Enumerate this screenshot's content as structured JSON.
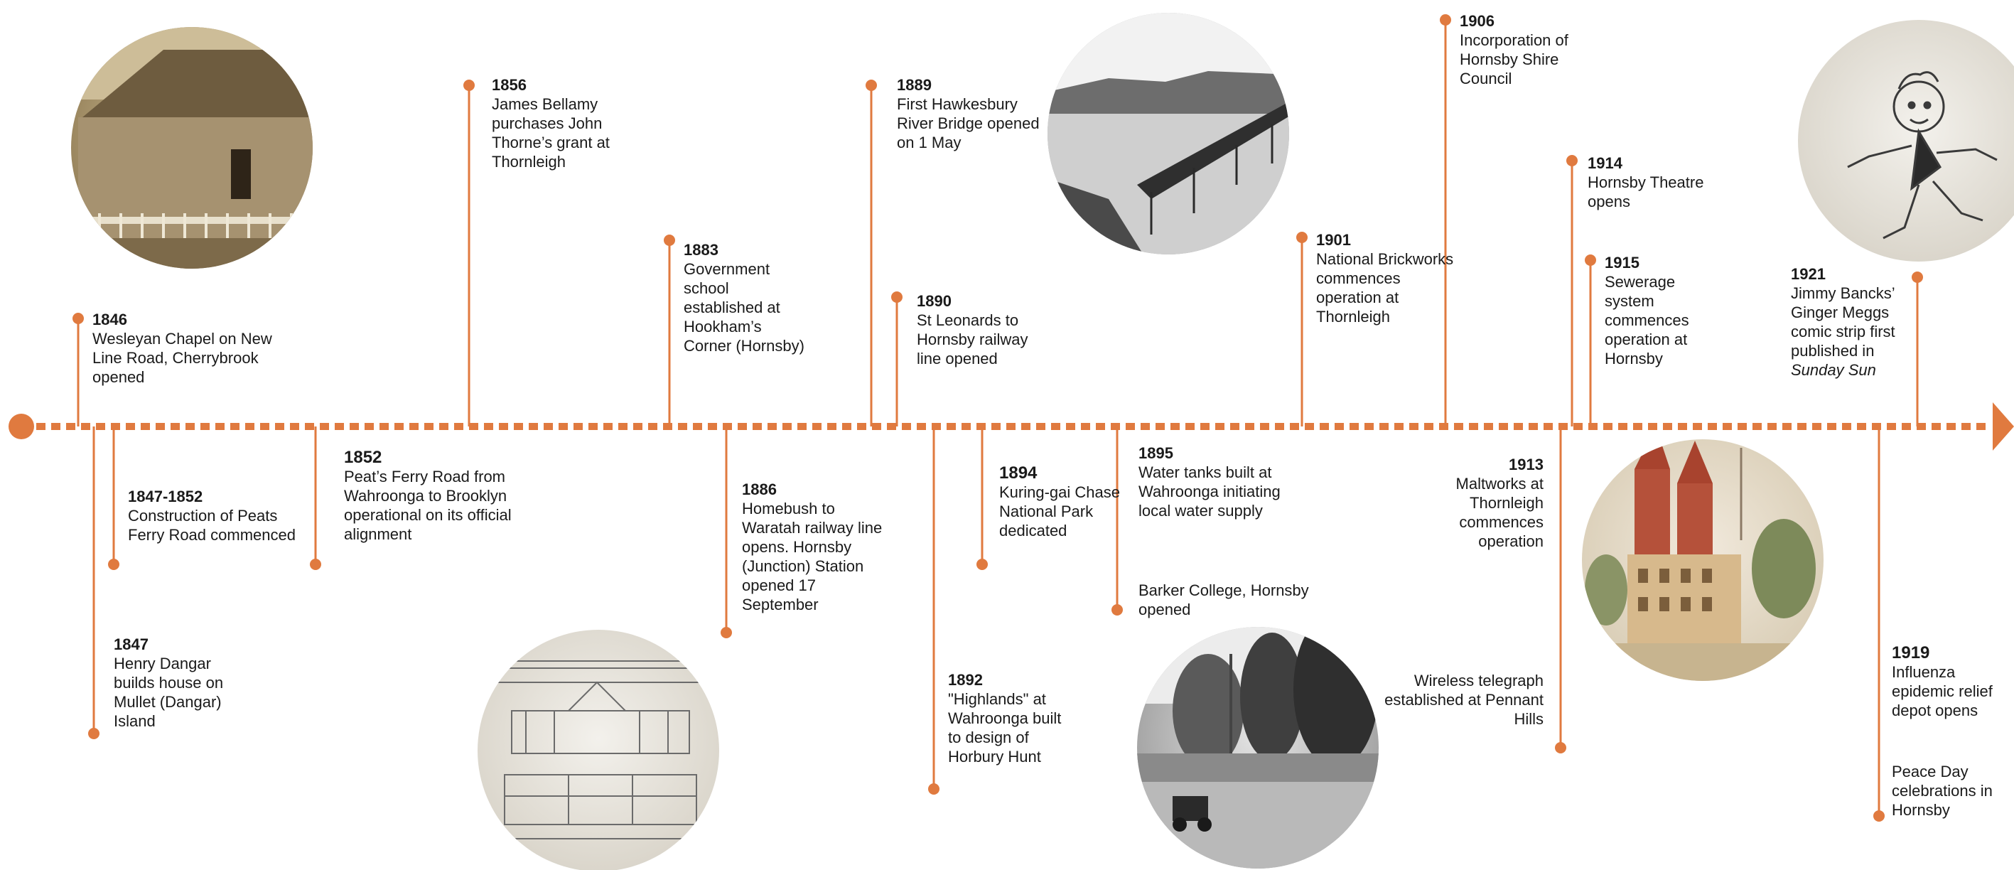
{
  "colors": {
    "accent": "#E07A3F",
    "text": "#1a1a1a",
    "sepia": "#b8a27a",
    "gray": "#b5b5b5"
  },
  "events": [
    {
      "id": "e1846",
      "year": "1846",
      "text": "Wesleyan Chapel on New Line Road, Cherrybrook opened"
    },
    {
      "id": "e1847_1852",
      "year": "1847-1852",
      "text": "Construction of Peats Ferry Road commenced"
    },
    {
      "id": "e1847",
      "year": "1847",
      "text": "Henry Dangar builds house on Mullet (Dangar) Island"
    },
    {
      "id": "e1852",
      "year": "1852",
      "text": "Peat’s Ferry Road from Wahroonga to Brooklyn operational on its official alignment"
    },
    {
      "id": "e1856",
      "year": "1856",
      "text": "James Bellamy purchases John Thorne’s grant at Thornleigh"
    },
    {
      "id": "e1883",
      "year": "1883",
      "text": "Government school established at Hookham’s Corner (Hornsby)"
    },
    {
      "id": "e1886",
      "year": "1886",
      "text": "Homebush to Waratah railway line opens. Hornsby (Junction) Station opened 17 September"
    },
    {
      "id": "e1889",
      "year": "1889",
      "text": "First Hawkesbury River Bridge opened on 1 May"
    },
    {
      "id": "e1890",
      "year": "1890",
      "text": "St Leonards to Hornsby railway line opened"
    },
    {
      "id": "e1892",
      "year": "1892",
      "text": "\"Highlands\" at Wahroonga built to design of Horbury Hunt"
    },
    {
      "id": "e1894",
      "year": "1894",
      "text": "Kuring-gai Chase National Park dedicated"
    },
    {
      "id": "e1895",
      "year": "1895",
      "text": "Water tanks built at Wahroonga initiating local water supply"
    },
    {
      "id": "e1895b",
      "year": "",
      "text": "Barker College, Hornsby opened"
    },
    {
      "id": "e1901",
      "year": "1901",
      "text": "National Brickworks commences operation at Thornleigh"
    },
    {
      "id": "e1906",
      "year": "1906",
      "text": "Incorporation of Hornsby Shire Council"
    },
    {
      "id": "e1913",
      "year": "1913",
      "text": "Maltworks at Thornleigh commences operation"
    },
    {
      "id": "e1913b",
      "year": "",
      "text": "Wireless telegraph established at Pennant Hills"
    },
    {
      "id": "e1914",
      "year": "1914",
      "text": "Hornsby Theatre opens"
    },
    {
      "id": "e1915",
      "year": "1915",
      "text": "Sewerage system commences operation at Hornsby"
    },
    {
      "id": "e1919",
      "year": "1919",
      "text": "Influenza epidemic relief depot opens"
    },
    {
      "id": "e1919b",
      "year": "",
      "text": "Peace Day celebrations in Hornsby"
    },
    {
      "id": "e1921",
      "year": "1921",
      "text": "Jimmy Bancks’ Ginger Meggs comic strip first published in",
      "italic": "Sunday Sun"
    }
  ]
}
